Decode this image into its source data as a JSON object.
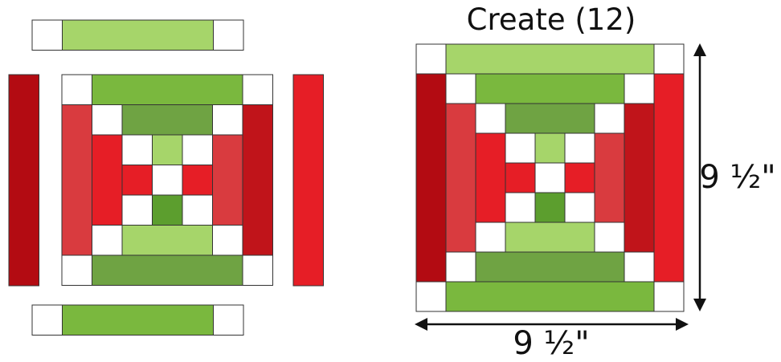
{
  "title": "Create (12)",
  "width_label": "9 ½\"",
  "height_label": "9 ½\"",
  "colors": {
    "white": "#ffffff",
    "outline": "#333333",
    "light_green": "#a6d56a",
    "mid_green": "#7ab83e",
    "olive_green": "#6fa343",
    "dark_green": "#5c9e2e",
    "dark_red": "#b30b12",
    "red": "#e61e26",
    "medium_red": "#d93b3f",
    "deep_red": "#c0141a"
  }
}
